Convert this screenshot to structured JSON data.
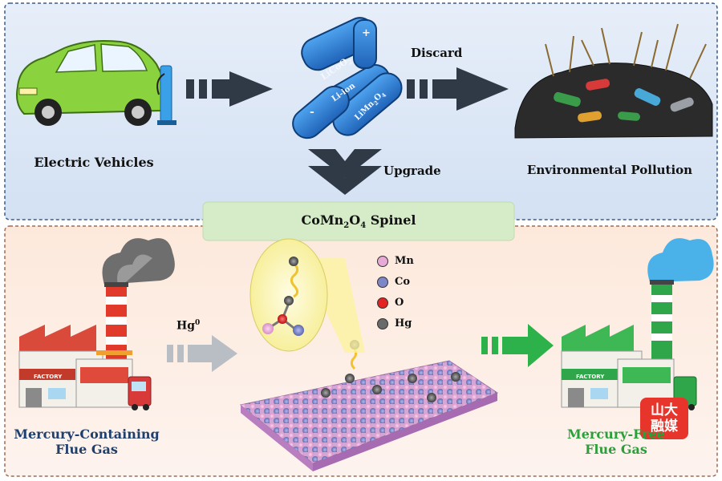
{
  "top_panel": {
    "ev_label": "Electric Vehicles",
    "battery_labels": [
      "LiCoO",
      "Li-ion",
      "LiMn",
      "+",
      "-"
    ],
    "discard_label": "Discard",
    "pollution_label": "Environmental Pollution",
    "upgrade_label": "Upgrade"
  },
  "center_banner": {
    "text_main": "CoMn",
    "sub1": "2",
    "mid": "O",
    "sub2": "4",
    "text_tail": " Spinel"
  },
  "bottom_panel": {
    "left_label_line1": "Mercury-Containing",
    "left_label_line2": "Flue Gas",
    "hg_label": "Hg",
    "hg_sup": "0",
    "right_label_line1": "Mercury-Free",
    "right_label_line2": "Flue Gas",
    "factory_sign": "FACTORY"
  },
  "legend": [
    {
      "label": "Mn",
      "color": "#e7a9d6"
    },
    {
      "label": "Co",
      "color": "#7d87c8"
    },
    {
      "label": "O",
      "color": "#e32222"
    },
    {
      "label": "Hg",
      "color": "#6a6a6a"
    }
  ],
  "watermark": "山大融媒",
  "colors": {
    "top_bg": "#dde8f6",
    "bottom_bg": "#fbe9df",
    "banner": "#d6ecc8",
    "dark_arrow": "#2f3a46",
    "grey_arrow": "#b9bec4",
    "green_arrow": "#2db14a",
    "left_text": "#1f3f6e",
    "right_text": "#2aa03a"
  }
}
